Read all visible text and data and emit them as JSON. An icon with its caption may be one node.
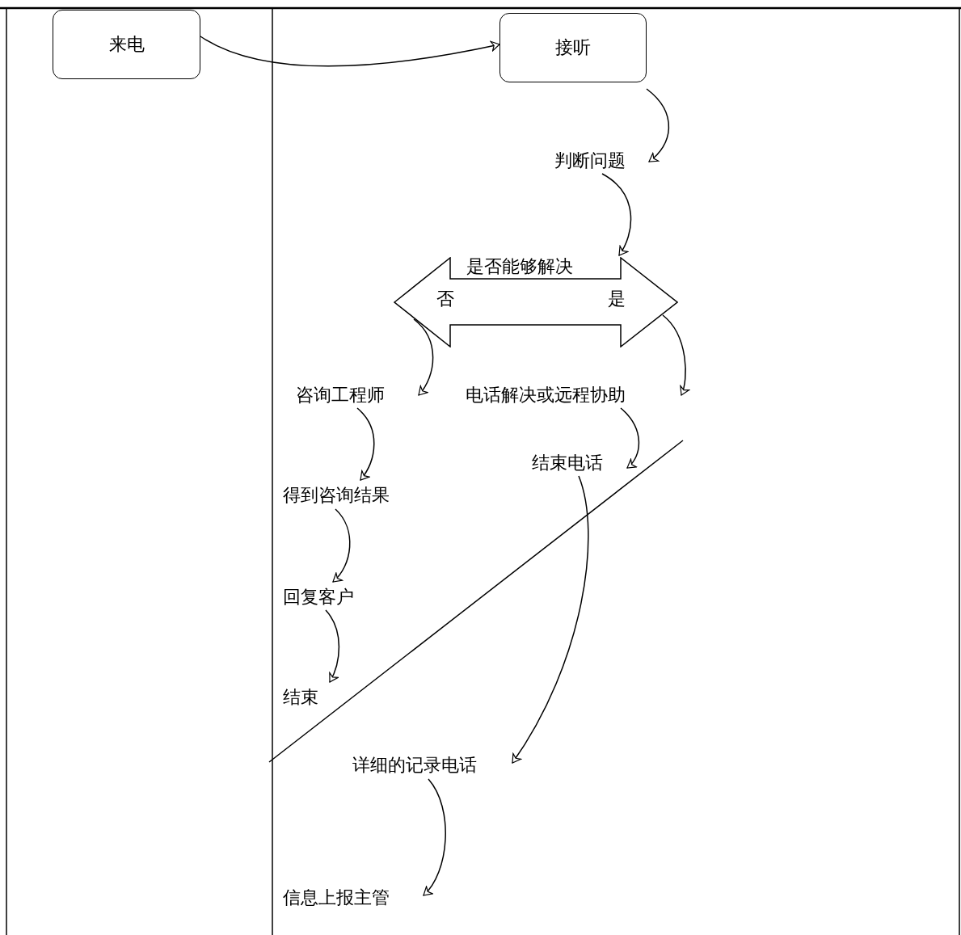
{
  "diagram": {
    "nodes": [
      {
        "text": [
          "来电"
        ]
      },
      {
        "text": [
          "接听"
        ]
      },
      {
        "text": [
          "判断问题"
        ]
      },
      {
        "text": [
          "是否能够解决",
          "否",
          "是"
        ]
      },
      {
        "text": [
          "咨询工程师"
        ]
      },
      {
        "text": [
          "电话解决或远程协助"
        ]
      },
      {
        "text": [
          "结束电话"
        ]
      },
      {
        "text": [
          "得到咨询结果"
        ]
      },
      {
        "text": [
          "回复客户"
        ]
      },
      {
        "text": [
          "结束"
        ]
      },
      {
        "text": [
          "详细的记录电话"
        ]
      },
      {
        "text": [
          "信息上报主管"
        ]
      }
    ],
    "edges": [
      {
        "from": 0,
        "to": 1,
        "arrow": "to"
      },
      {
        "from": 1,
        "to": 2,
        "arrow": "to"
      },
      {
        "from": 2,
        "to": 3,
        "arrow": "to"
      },
      {
        "from": 3,
        "to": 4,
        "arrow": "to"
      },
      {
        "from": 3,
        "to": 5,
        "arrow": "to"
      },
      {
        "from": 4,
        "to": 7,
        "arrow": "to"
      },
      {
        "from": 7,
        "to": 8,
        "arrow": "to"
      },
      {
        "from": 8,
        "to": 9,
        "arrow": "to"
      },
      {
        "from": 5,
        "to": 6,
        "arrow": "to"
      },
      {
        "from": 6,
        "to": 10,
        "arrow": "to"
      },
      {
        "from": 10,
        "to": 11,
        "arrow": "to"
      }
    ]
  }
}
